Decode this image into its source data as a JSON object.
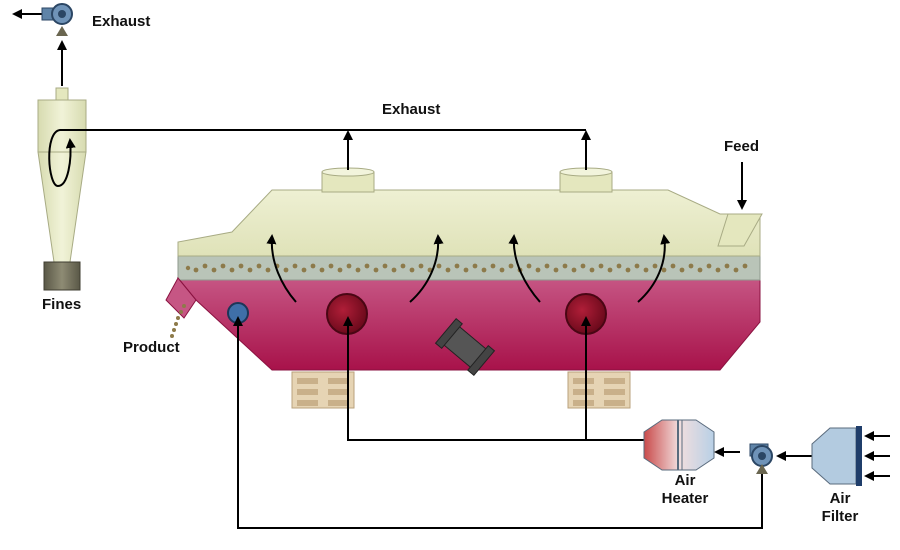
{
  "labels": {
    "exhaust_top": "Exhaust",
    "exhaust_main": "Exhaust",
    "feed": "Feed",
    "fines": "Fines",
    "product": "Product",
    "air_heater_line1": "Air",
    "air_heater_line2": "Heater",
    "air_filter_line1": "Air",
    "air_filter_line2": "Filter"
  },
  "colors": {
    "hood": "#e9ebc6",
    "product_bed": "#b9c4b8",
    "plenum_top": "#c65684",
    "plenum_bottom": "#a8124a",
    "hot_air_inlet": "#8a0d24",
    "return_air_inlet": "#3f6fa8",
    "cyclone": "#e6e9c4",
    "fines_bin": "#6f6c58",
    "heater_hot": "#c94b4b",
    "filter": "#b3cbe0",
    "fan": "#5f84a8",
    "flow_line": "#000000"
  },
  "icons": [
    "exhaust-fan-icon",
    "cyclone-icon",
    "supply-fan-icon",
    "air-heater-icon",
    "air-filter-icon"
  ]
}
